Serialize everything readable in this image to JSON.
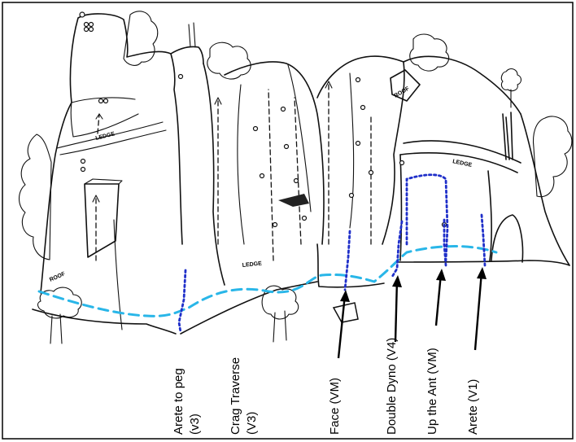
{
  "diagram": {
    "colors": {
      "traverse": "#29b6e8",
      "route": "#1f2fc9",
      "ink": "#111111",
      "frame": "#000000"
    },
    "feature_labels": {
      "ledge_left": "LEDGE",
      "ledge_middle": "LEDGE",
      "ledge_right": "LEDGE",
      "roof_left": "ROOF",
      "roof_right": "ROOF"
    },
    "routes": [
      {
        "id": "arete-to-peg",
        "line1": "Arete to peg",
        "line2": "(v3)"
      },
      {
        "id": "crag-traverse",
        "line1": "Crag Traverse",
        "line2": "(V3)"
      },
      {
        "id": "face",
        "line1": "Face (VM)",
        "line2": ""
      },
      {
        "id": "double-dyno",
        "line1": "Double Dyno (V4)",
        "line2": ""
      },
      {
        "id": "up-the-ant",
        "line1": "Up the Ant (VM)",
        "line2": ""
      },
      {
        "id": "arete",
        "line1": "Arete (V1)",
        "line2": ""
      }
    ]
  }
}
